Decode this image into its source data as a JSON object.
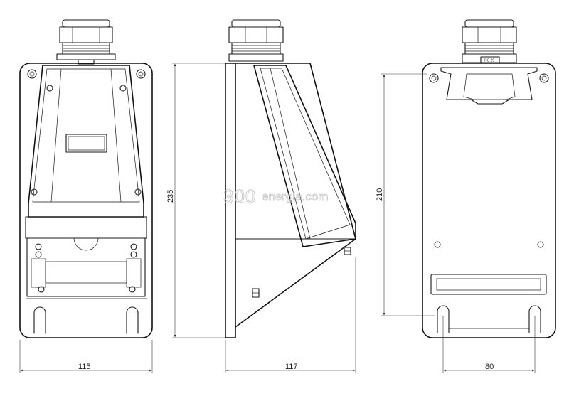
{
  "watermark": {
    "number": "300",
    "text": "energia.com"
  },
  "dimensions": {
    "front_width": "115",
    "side_depth": "117",
    "side_height": "235",
    "back_height": "210",
    "back_slot_spacing": "80"
  },
  "labels": {
    "gland_size": "PG 29"
  }
}
